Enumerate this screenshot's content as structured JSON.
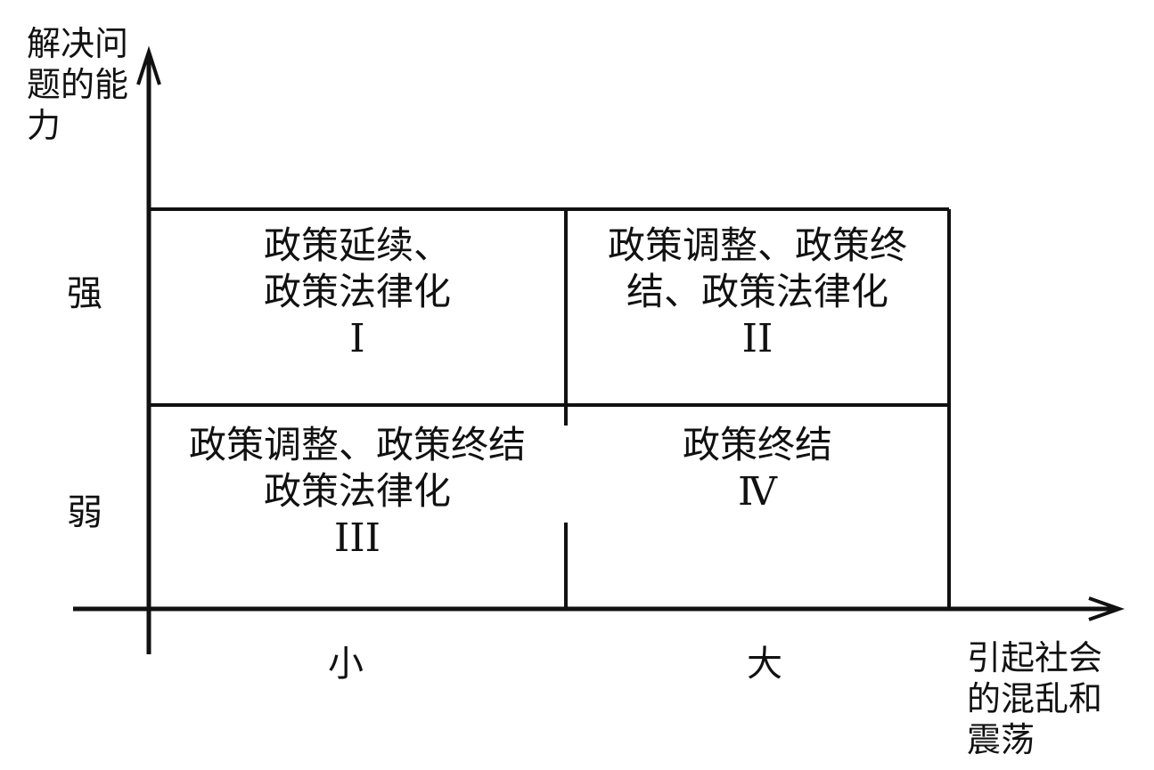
{
  "y_axis": {
    "title_lines": [
      "解决问",
      "题的能",
      "力"
    ],
    "levels": [
      "强",
      "弱"
    ]
  },
  "x_axis": {
    "title_lines": [
      "引起社会",
      "的混乱和",
      "震荡"
    ],
    "levels": [
      "小",
      "大"
    ]
  },
  "quadrants": [
    {
      "lines": [
        "政策延续、",
        "政策法律化"
      ],
      "numeral": "I"
    },
    {
      "lines": [
        "政策调整、政策终",
        "结、政策法律化"
      ],
      "numeral": "II"
    },
    {
      "lines": [
        "政策调整、政策终结",
        "政策法律化"
      ],
      "numeral": "III"
    },
    {
      "lines": [
        "政策终结"
      ],
      "numeral": "Ⅳ"
    }
  ]
}
